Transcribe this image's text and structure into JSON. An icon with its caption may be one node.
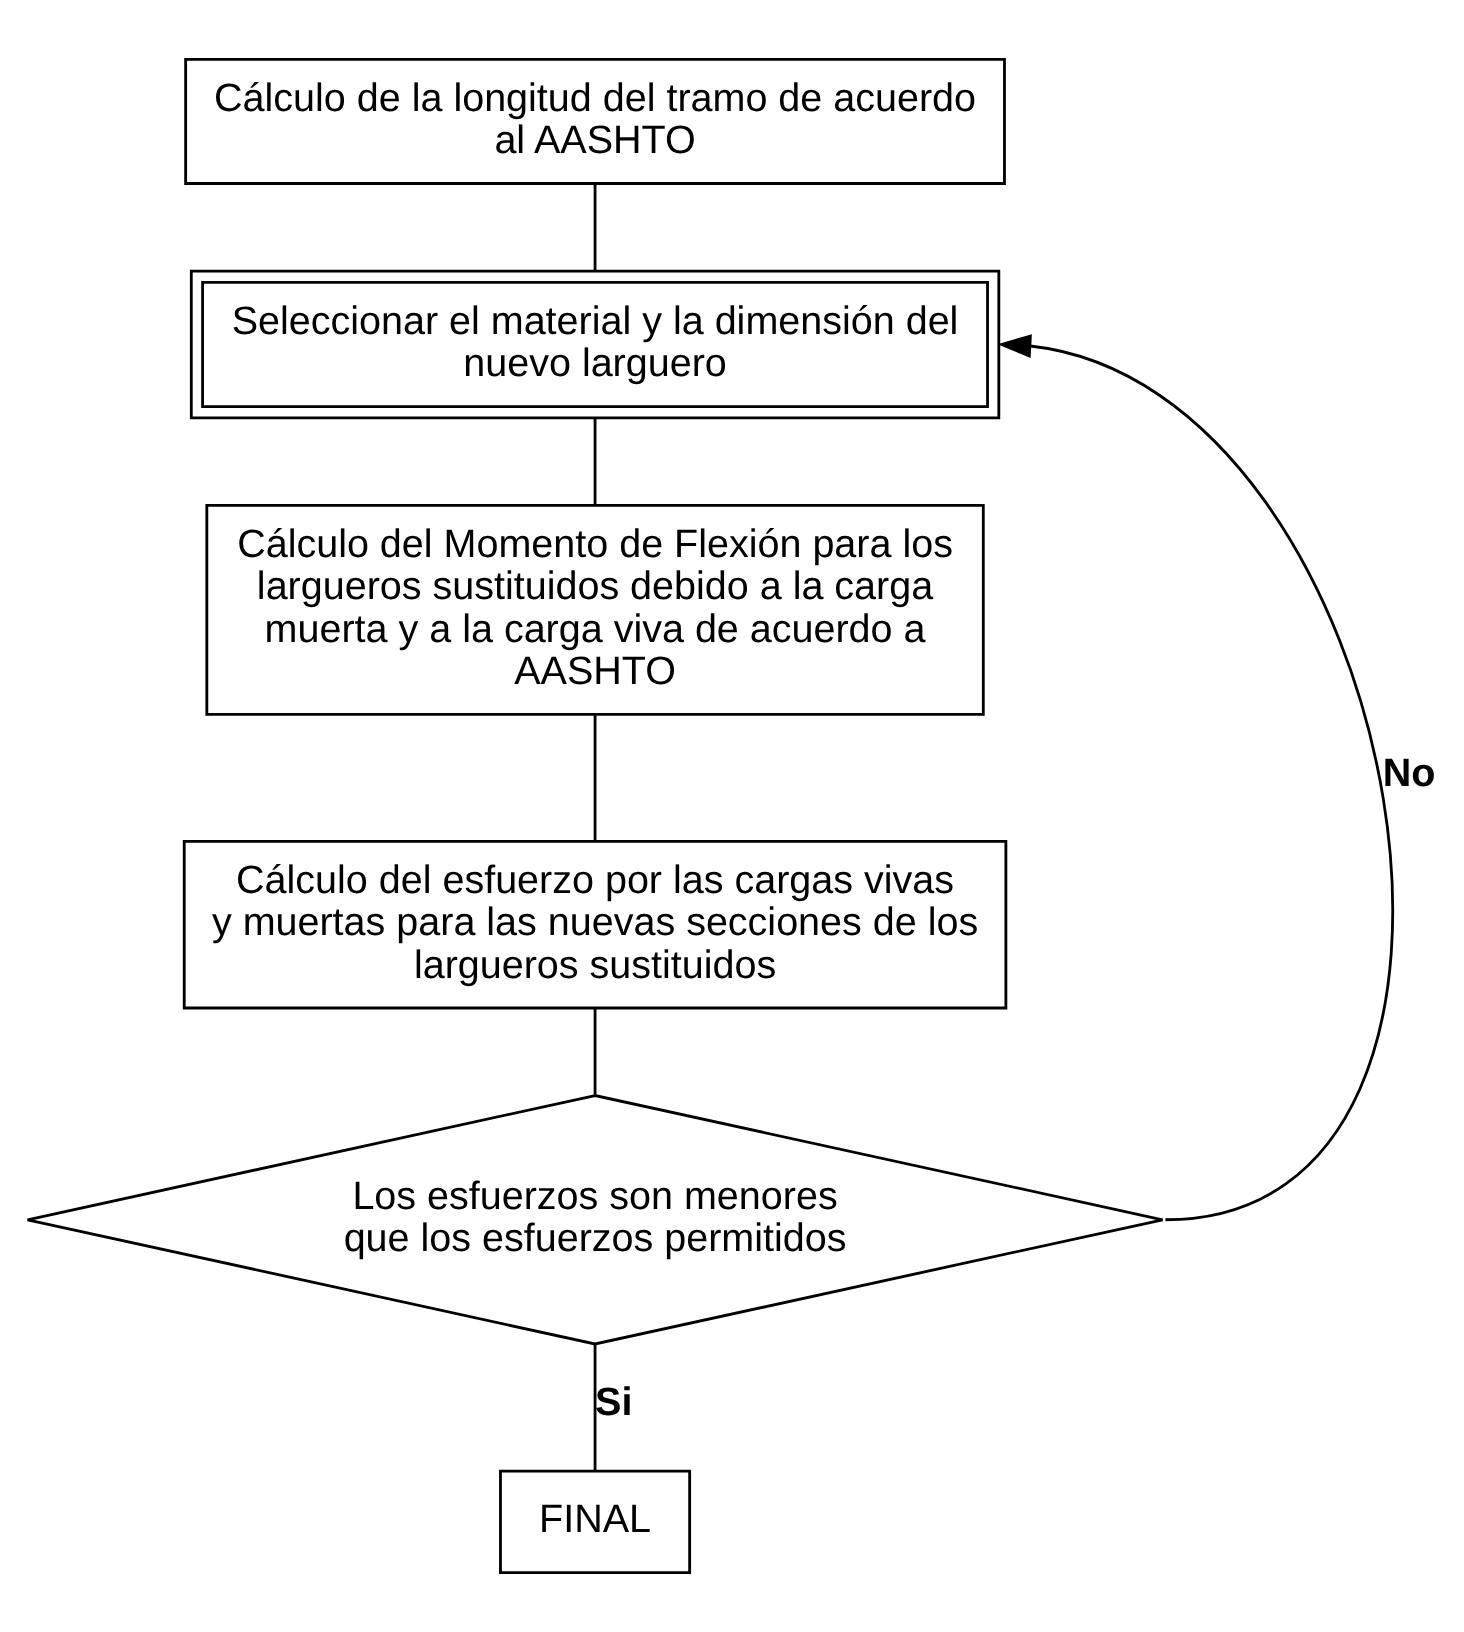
{
  "diagram": {
    "nodes": [
      {
        "text": [
          "Cálculo de la longitud del tramo de acuerdo al AASHTO"
        ]
      },
      {
        "text": [
          "Seleccionar el material y la dimensión del nuevo larguero"
        ]
      },
      {
        "text": [
          "Cálculo del Momento de Flexión para los largueros sustituidos debido a la carga muerta y a la carga viva de acuerdo a AASHTO"
        ]
      },
      {
        "text": [
          "Cálculo del esfuerzo por las cargas vivas y muertas para las nuevas secciones de los largueros sustituidos"
        ]
      },
      {
        "text": [
          "Los esfuerzos son menores que los esfuerzos permitidos"
        ]
      },
      {
        "text": [
          "FINAL"
        ]
      }
    ],
    "edges": [
      {
        "from": 0,
        "to": 1,
        "arrow": "none"
      },
      {
        "from": 1,
        "to": 2,
        "arrow": "none"
      },
      {
        "from": 2,
        "to": 3,
        "arrow": "none"
      },
      {
        "from": 3,
        "to": 4,
        "arrow": "none"
      },
      {
        "from": 4,
        "to": 5,
        "arrow": "none",
        "label": "Si"
      },
      {
        "from": 4,
        "to": 1,
        "arrow": "to",
        "label": "No"
      }
    ]
  }
}
